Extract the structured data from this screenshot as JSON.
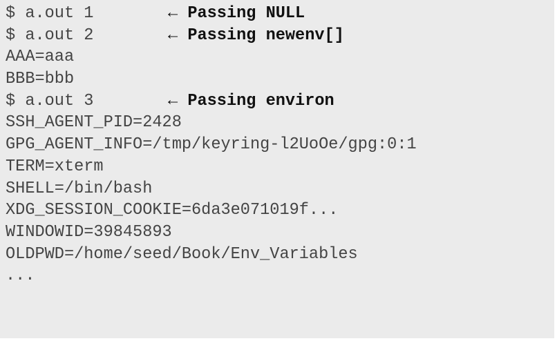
{
  "terminal": {
    "lines": [
      {
        "kind": "command",
        "text": "$ a.out 1",
        "note": "← Passing NULL"
      },
      {
        "kind": "command",
        "text": "$ a.out 2",
        "note": "← Passing newenv[]"
      },
      {
        "kind": "output",
        "text": "AAA=aaa"
      },
      {
        "kind": "output",
        "text": "BBB=bbb"
      },
      {
        "kind": "command",
        "text": "$ a.out 3",
        "note": "← Passing environ"
      },
      {
        "kind": "output",
        "text": "SSH_AGENT_PID=2428"
      },
      {
        "kind": "output",
        "text": "GPG_AGENT_INFO=/tmp/keyring-l2UoOe/gpg:0:1"
      },
      {
        "kind": "output",
        "text": "TERM=xterm"
      },
      {
        "kind": "output",
        "text": "SHELL=/bin/bash"
      },
      {
        "kind": "output",
        "text": "XDG_SESSION_COOKIE=6da3e071019f..."
      },
      {
        "kind": "output",
        "text": "WINDOWID=39845893"
      },
      {
        "kind": "output",
        "text": "OLDPWD=/home/seed/Book/Env_Variables"
      },
      {
        "kind": "output",
        "text": "..."
      }
    ]
  }
}
